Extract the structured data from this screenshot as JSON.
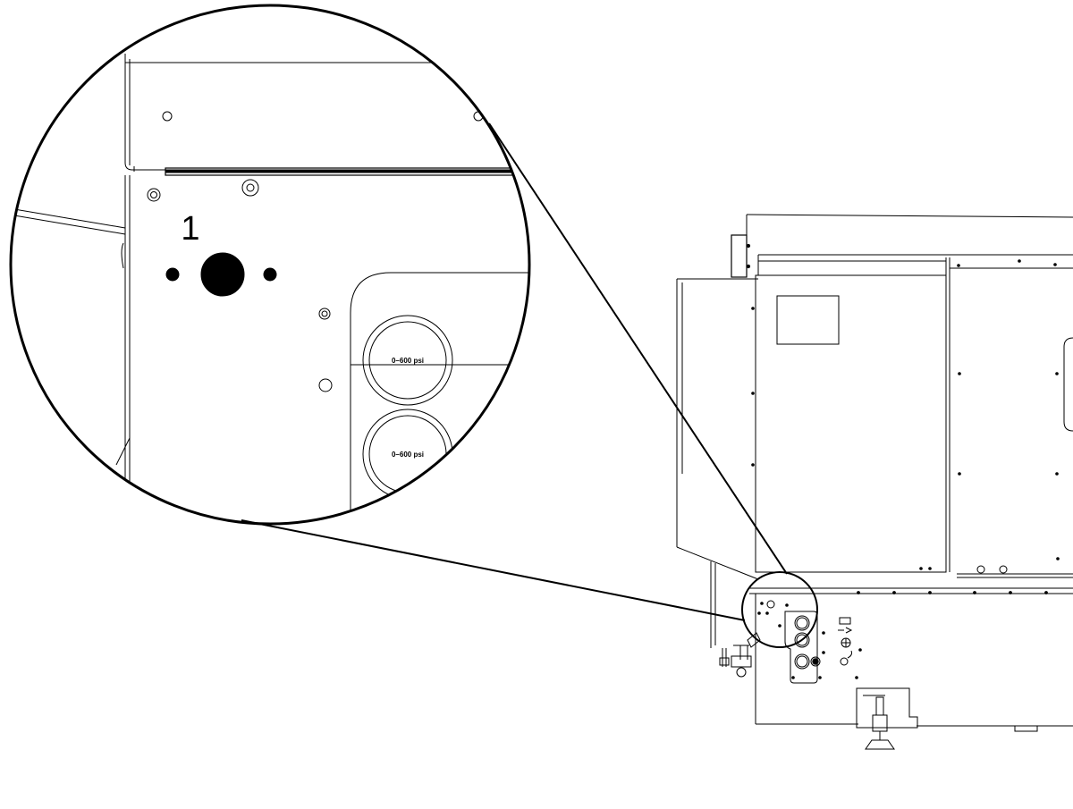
{
  "diagram": {
    "callout_number": "1",
    "gauges": [
      {
        "label": "0–600 psi"
      },
      {
        "label": "0–600 psi"
      }
    ],
    "colors": {
      "line": "#000000",
      "background": "#ffffff",
      "fill": "#000000"
    }
  }
}
